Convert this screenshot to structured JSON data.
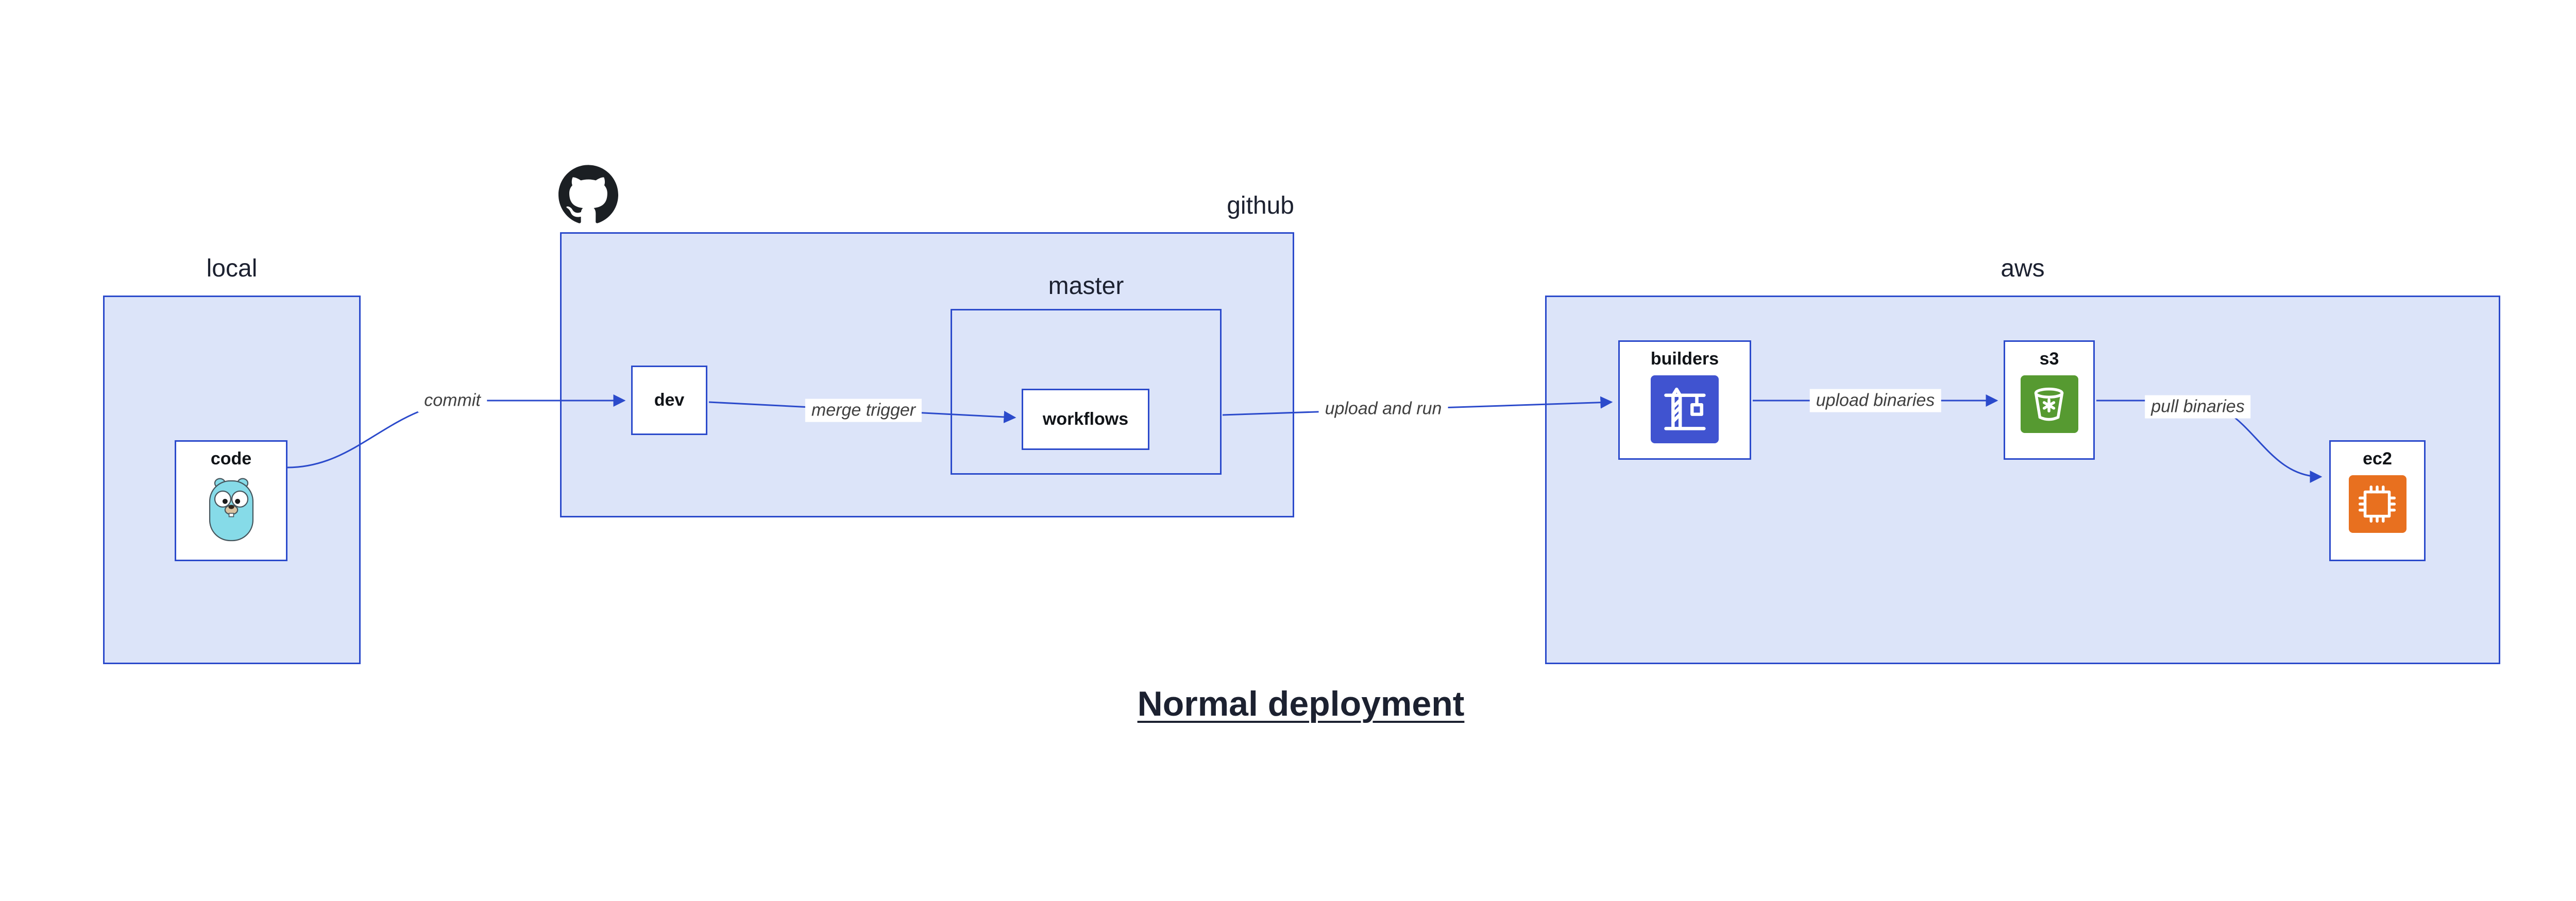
{
  "diagram": {
    "title": "Normal deployment",
    "groups": {
      "local": "local",
      "github": "github",
      "master": "master",
      "aws": "aws"
    },
    "nodes": {
      "code": "code",
      "dev": "dev",
      "workflows": "workflows",
      "builders": "builders",
      "s3": "s3",
      "ec2": "ec2"
    },
    "edges": {
      "commit": "commit",
      "merge_trigger": "merge trigger",
      "upload_and_run": "upload and run",
      "upload_binaries": "upload binaries",
      "pull_binaries": "pull binaries"
    }
  },
  "icons": {
    "github": "github-octocat-icon",
    "code": "go-gopher-icon",
    "builders": "crane-icon",
    "s3": "bucket-icon",
    "ec2": "chip-icon"
  },
  "colors": {
    "container_fill": "#dce4f9",
    "container_border": "#2b4acb",
    "arrow": "#2b4acb",
    "node_fill": "#ffffff",
    "edge_label": "#404040",
    "builders_icon_bg": "#4053d0",
    "s3_icon_bg": "#569a31",
    "ec2_icon_bg": "#e8701f",
    "gopher_body": "#86dbe8",
    "github_mark": "#1b1f23",
    "text": "#1c2130"
  }
}
